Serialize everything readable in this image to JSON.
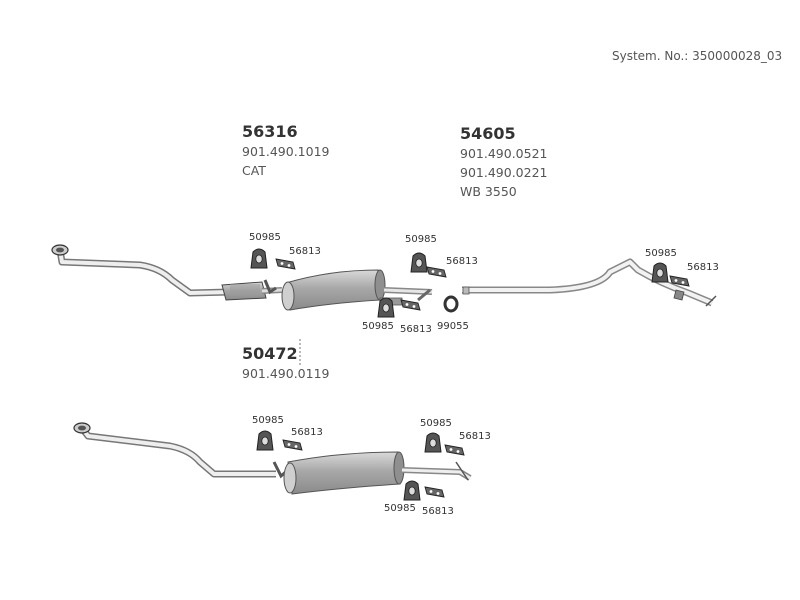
{
  "system": "System. No.: 350000028_03",
  "groups": [
    {
      "part": "56316",
      "lines": [
        "901.490.1019",
        "CAT"
      ]
    },
    {
      "part": "54605",
      "lines": [
        "901.490.0521",
        "901.490.0221",
        "WB 3550"
      ]
    },
    {
      "part": "50472",
      "lines": [
        "901.490.0119"
      ]
    }
  ],
  "callouts": {
    "hanger": "50985",
    "bracket": "56813",
    "clamp": "99055"
  }
}
